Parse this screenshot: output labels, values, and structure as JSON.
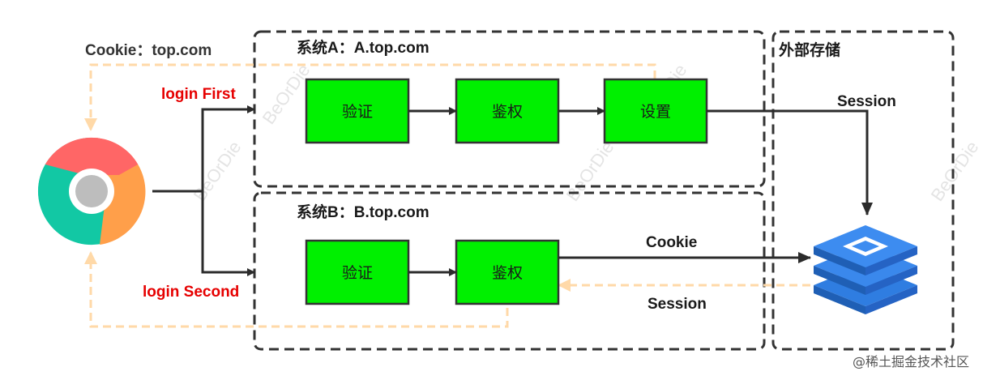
{
  "cookie_scope": "Cookie：top.com",
  "system_a": {
    "title": "系统A：A.top.com",
    "steps": [
      "验证",
      "鉴权",
      "设置"
    ]
  },
  "system_b": {
    "title": "系统B：B.top.com",
    "steps": [
      "验证",
      "鉴权"
    ]
  },
  "external_storage": {
    "title": "外部存储"
  },
  "labels": {
    "login_first": "login First",
    "login_second": "login Second",
    "session_top": "Session",
    "cookie": "Cookie",
    "session_bottom": "Session"
  },
  "watermark": "@稀土掘金技术社区",
  "colors": {
    "box_fill": "#00f000",
    "login_label": "#e60000",
    "dashed_flow": "#ffd9a8",
    "storage_blue": "#2f7de1"
  },
  "icons": {
    "browser": "chrome-browser-icon",
    "storage": "database-stack-icon"
  }
}
